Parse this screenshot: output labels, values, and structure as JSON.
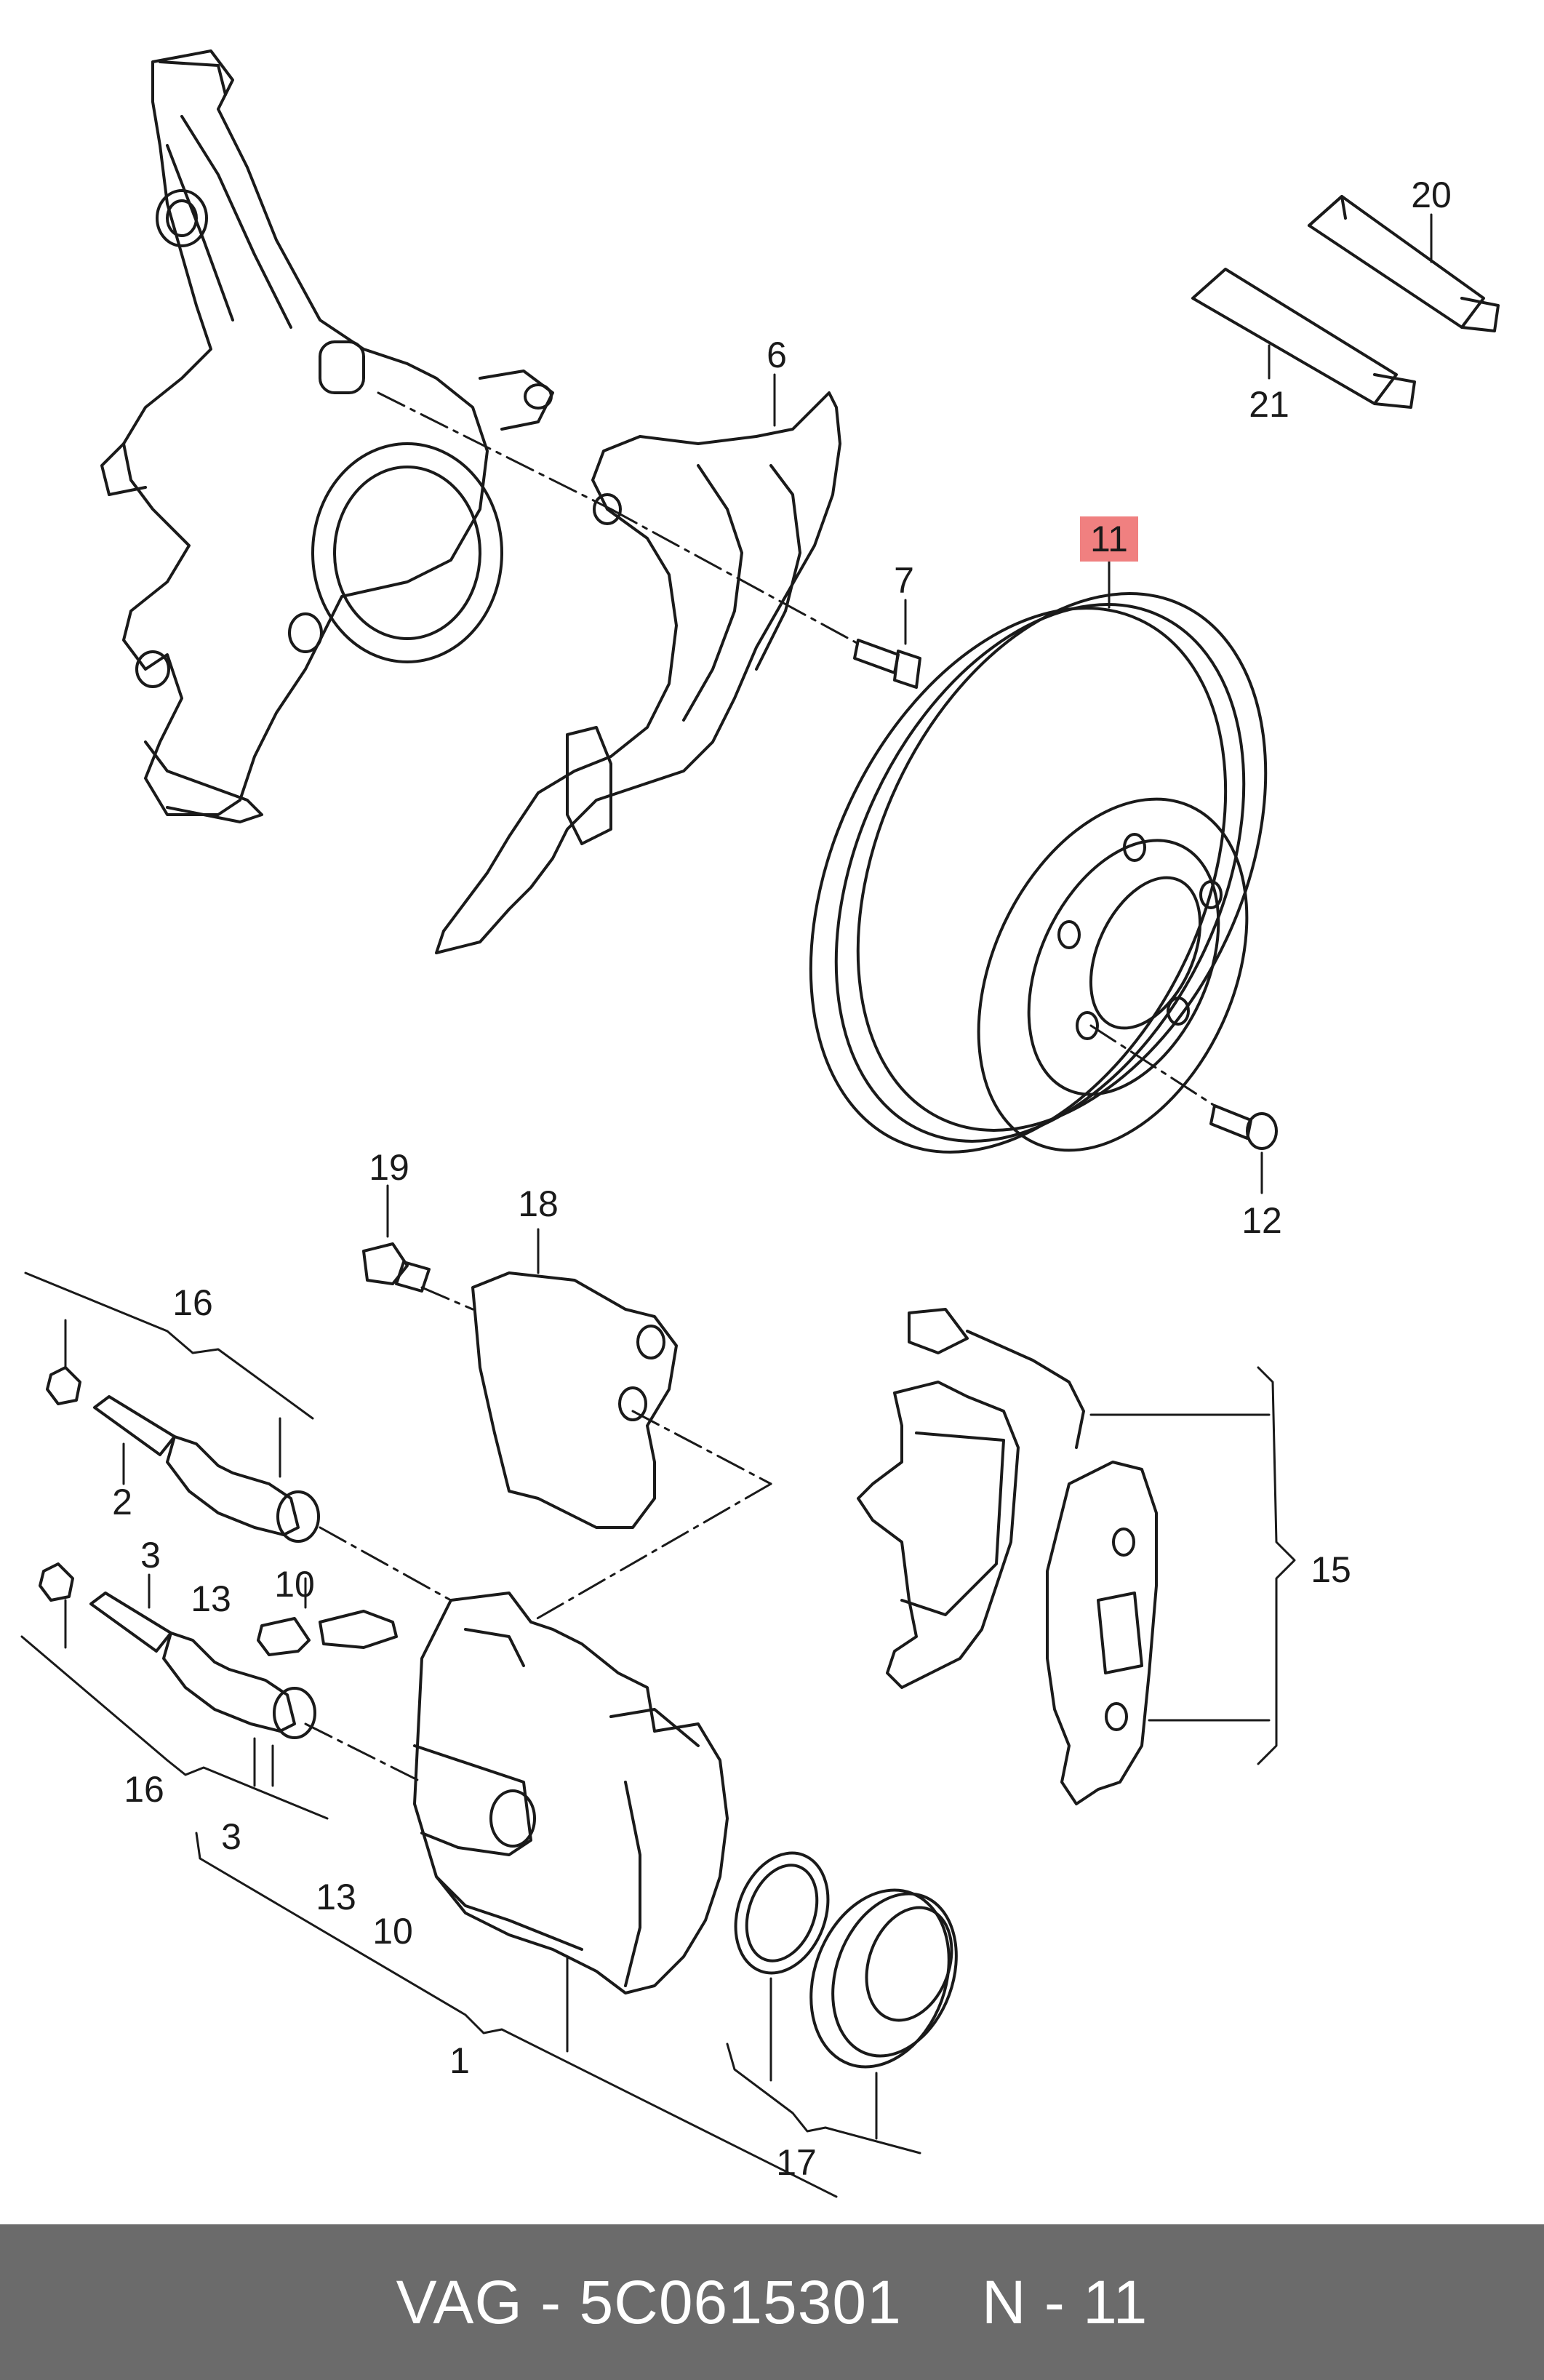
{
  "labels": {
    "p1": "1",
    "p2": "2",
    "p3a": "3",
    "p3b": "3",
    "p6": "6",
    "p7": "7",
    "p10a": "10",
    "p10b": "10",
    "p11": "11",
    "p12": "12",
    "p13a": "13",
    "p13b": "13",
    "p15": "15",
    "p16a": "16",
    "p16b": "16",
    "p17": "17",
    "p18": "18",
    "p19": "19",
    "p20": "20",
    "p21": "21"
  },
  "highlight_color": "#f08080",
  "footer": {
    "part_number": "VAG - 5C0615301",
    "page_ref": "N - 11"
  }
}
